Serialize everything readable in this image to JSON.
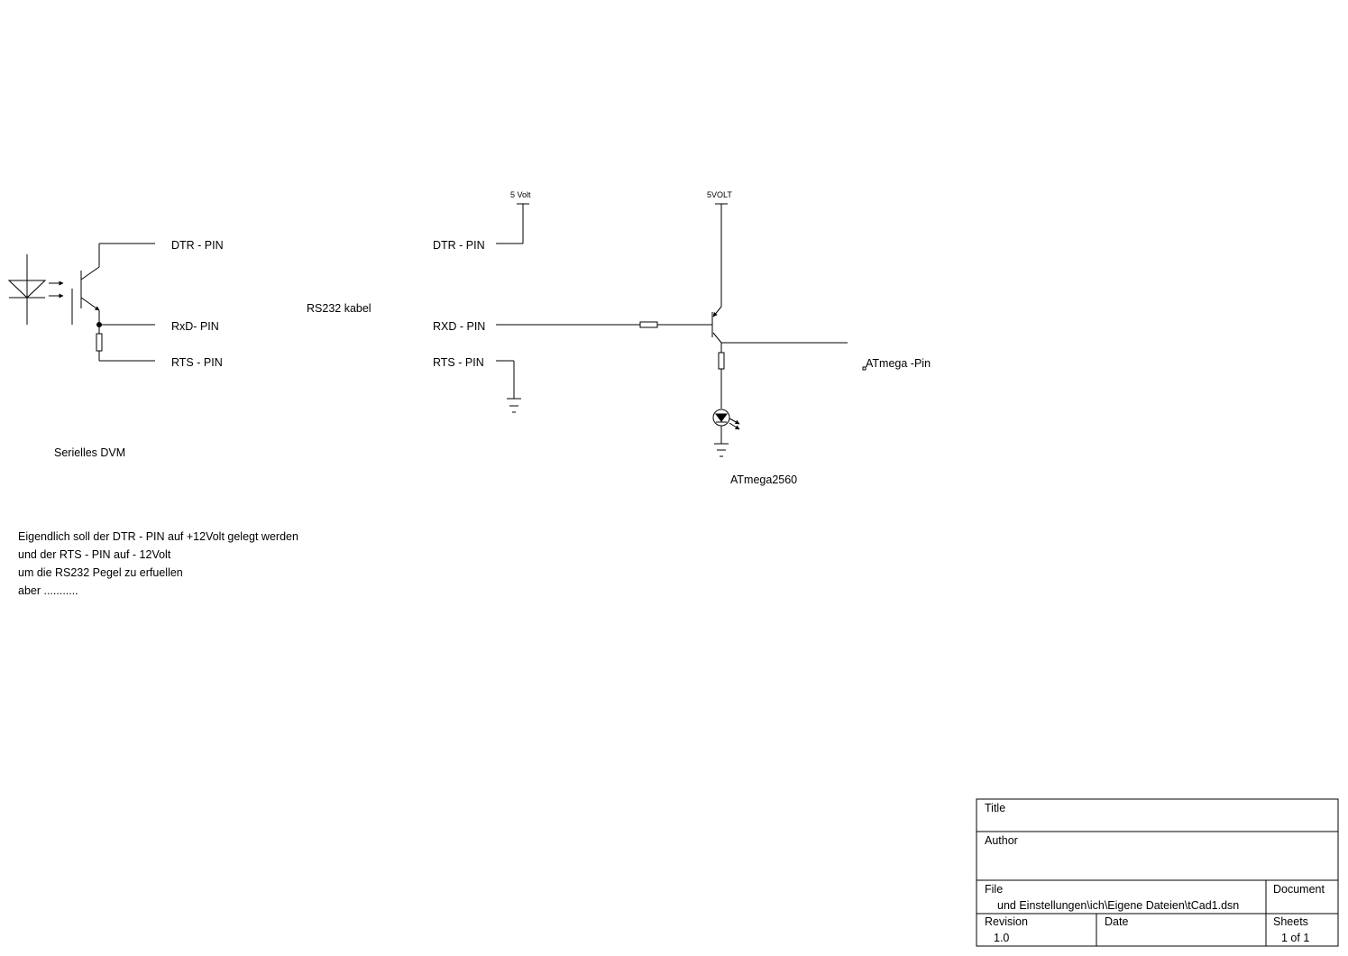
{
  "left_block": {
    "dtr": "DTR - PIN",
    "rxd": "RxD- PIN",
    "rts": "RTS - PIN",
    "caption": "Serielles DVM"
  },
  "cable_label": "RS232 kabel",
  "right_block": {
    "dtr": "DTR - PIN",
    "rxd": "RXD - PIN",
    "rts": "RTS - PIN",
    "supply_left": "5 Volt",
    "supply_right": "5VOLT",
    "out_pin": "ATmega -Pin",
    "caption": "ATmega2560"
  },
  "note": {
    "lines": [
      "Eigendlich soll der DTR - PIN auf +12Volt gelegt werden",
      "und der RTS - PIN auf - 12Volt",
      "um die RS232 Pegel zu erfuellen",
      "aber ..........."
    ]
  },
  "title_block": {
    "title_label": "Title",
    "author_label": "Author",
    "file_label": "File",
    "file_value": "und Einstellungen\\ich\\Eigene Dateien\\tCad1.dsn",
    "document_label": "Document",
    "revision_label": "Revision",
    "revision_value": "1.0",
    "date_label": "Date",
    "sheets_label": "Sheets",
    "sheets_value": "1 of 1"
  }
}
